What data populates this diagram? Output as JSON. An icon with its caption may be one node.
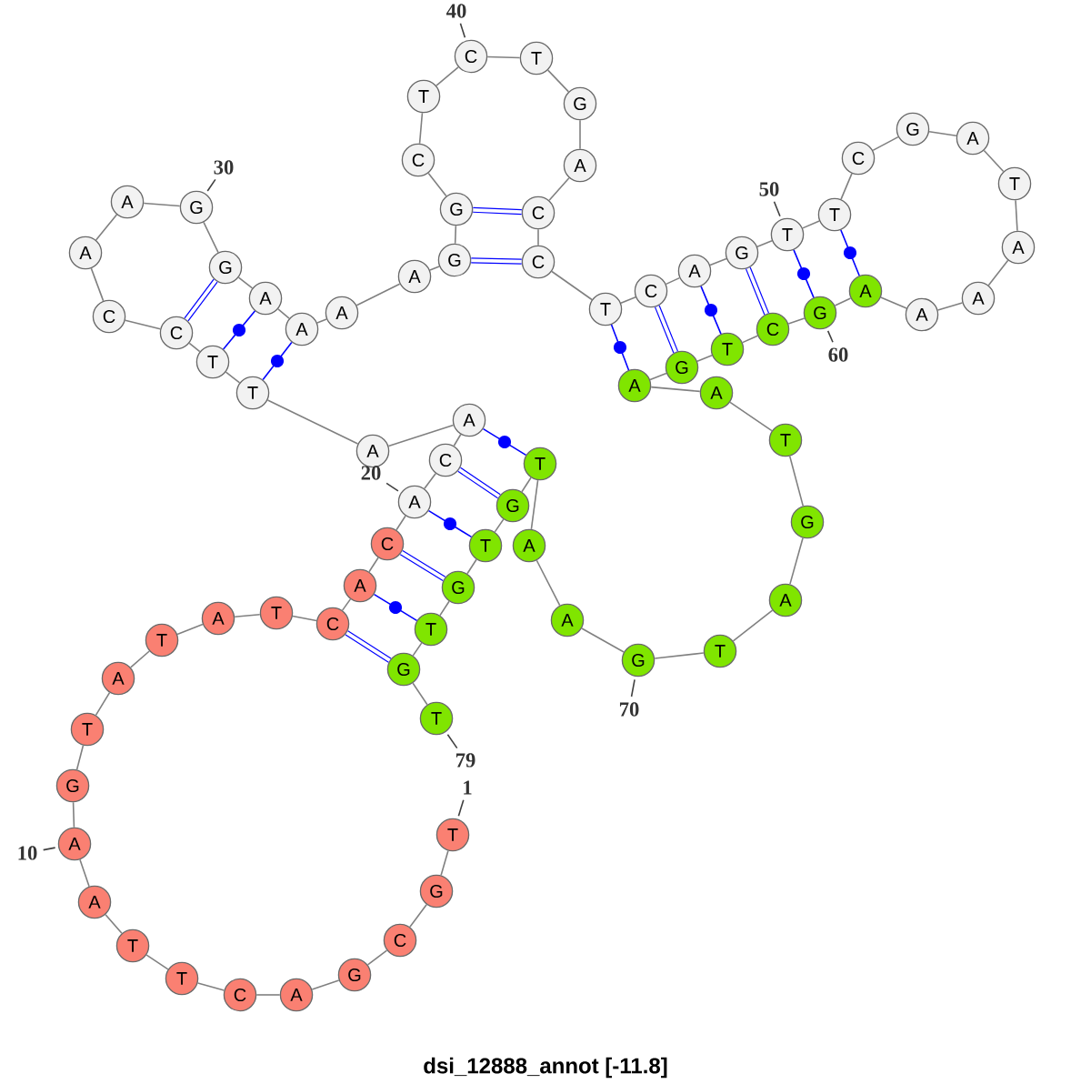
{
  "diagram": {
    "caption": "dsi_12888_annot [-11.8]",
    "nodes": [
      {
        "text": [
          "T"
        ]
      },
      {
        "text": [
          "G"
        ]
      },
      {
        "text": [
          "C"
        ]
      },
      {
        "text": [
          "G"
        ]
      },
      {
        "text": [
          "A"
        ]
      },
      {
        "text": [
          "C"
        ]
      },
      {
        "text": [
          "T"
        ]
      },
      {
        "text": [
          "T"
        ]
      },
      {
        "text": [
          "A"
        ]
      },
      {
        "text": [
          "A"
        ]
      },
      {
        "text": [
          "G"
        ]
      },
      {
        "text": [
          "T"
        ]
      },
      {
        "text": [
          "A"
        ]
      },
      {
        "text": [
          "T"
        ]
      },
      {
        "text": [
          "A"
        ]
      },
      {
        "text": [
          "T"
        ]
      },
      {
        "text": [
          "C"
        ]
      },
      {
        "text": [
          "A"
        ]
      },
      {
        "text": [
          "C"
        ]
      },
      {
        "text": [
          "A"
        ]
      },
      {
        "text": [
          "C"
        ]
      },
      {
        "text": [
          "A"
        ]
      },
      {
        "text": [
          "A"
        ]
      },
      {
        "text": [
          "T"
        ]
      },
      {
        "text": [
          "T"
        ]
      },
      {
        "text": [
          "C"
        ]
      },
      {
        "text": [
          "C"
        ]
      },
      {
        "text": [
          "A"
        ]
      },
      {
        "text": [
          "A"
        ]
      },
      {
        "text": [
          "G"
        ]
      },
      {
        "text": [
          "G"
        ]
      },
      {
        "text": [
          "A"
        ]
      },
      {
        "text": [
          "A"
        ]
      },
      {
        "text": [
          "A"
        ]
      },
      {
        "text": [
          "A"
        ]
      },
      {
        "text": [
          "G"
        ]
      },
      {
        "text": [
          "G"
        ]
      },
      {
        "text": [
          "C"
        ]
      },
      {
        "text": [
          "T"
        ]
      },
      {
        "text": [
          "C"
        ]
      },
      {
        "text": [
          "T"
        ]
      },
      {
        "text": [
          "G"
        ]
      },
      {
        "text": [
          "A"
        ]
      },
      {
        "text": [
          "C"
        ]
      },
      {
        "text": [
          "C"
        ]
      },
      {
        "text": [
          "T"
        ]
      },
      {
        "text": [
          "C"
        ]
      },
      {
        "text": [
          "A"
        ]
      },
      {
        "text": [
          "G"
        ]
      },
      {
        "text": [
          "T"
        ]
      },
      {
        "text": [
          "T"
        ]
      },
      {
        "text": [
          "C"
        ]
      },
      {
        "text": [
          "G"
        ]
      },
      {
        "text": [
          "A"
        ]
      },
      {
        "text": [
          "T"
        ]
      },
      {
        "text": [
          "A"
        ]
      },
      {
        "text": [
          "A"
        ]
      },
      {
        "text": [
          "A"
        ]
      },
      {
        "text": [
          "A"
        ]
      },
      {
        "text": [
          "G"
        ]
      },
      {
        "text": [
          "C"
        ]
      },
      {
        "text": [
          "T"
        ]
      },
      {
        "text": [
          "G"
        ]
      },
      {
        "text": [
          "A"
        ]
      },
      {
        "text": [
          "A"
        ]
      },
      {
        "text": [
          "T"
        ]
      },
      {
        "text": [
          "G"
        ]
      },
      {
        "text": [
          "A"
        ]
      },
      {
        "text": [
          "T"
        ]
      },
      {
        "text": [
          "G"
        ]
      },
      {
        "text": [
          "A"
        ]
      },
      {
        "text": [
          "A"
        ]
      },
      {
        "text": [
          "T"
        ]
      },
      {
        "text": [
          "G"
        ]
      },
      {
        "text": [
          "T"
        ]
      },
      {
        "text": [
          "G"
        ]
      },
      {
        "text": [
          "T"
        ]
      },
      {
        "text": [
          "G"
        ]
      },
      {
        "text": [
          "T"
        ]
      },
      {
        "text": [
          "1"
        ]
      },
      {
        "text": [
          "10"
        ]
      },
      {
        "text": [
          "20"
        ]
      },
      {
        "text": [
          "30"
        ]
      },
      {
        "text": [
          "40"
        ]
      },
      {
        "text": [
          "50"
        ]
      },
      {
        "text": [
          "60"
        ]
      },
      {
        "text": [
          "70"
        ]
      },
      {
        "text": [
          "79"
        ]
      }
    ],
    "edges": [
      {
        "from": 0,
        "to": 1,
        "arrow": "none"
      },
      {
        "from": 1,
        "to": 2,
        "arrow": "none"
      },
      {
        "from": 2,
        "to": 3,
        "arrow": "none"
      },
      {
        "from": 3,
        "to": 4,
        "arrow": "none"
      },
      {
        "from": 4,
        "to": 5,
        "arrow": "none"
      },
      {
        "from": 5,
        "to": 6,
        "arrow": "none"
      },
      {
        "from": 6,
        "to": 7,
        "arrow": "none"
      },
      {
        "from": 7,
        "to": 8,
        "arrow": "none"
      },
      {
        "from": 8,
        "to": 9,
        "arrow": "none"
      },
      {
        "from": 9,
        "to": 10,
        "arrow": "none"
      },
      {
        "from": 10,
        "to": 11,
        "arrow": "none"
      },
      {
        "from": 11,
        "to": 12,
        "arrow": "none"
      },
      {
        "from": 12,
        "to": 13,
        "arrow": "none"
      },
      {
        "from": 13,
        "to": 14,
        "arrow": "none"
      },
      {
        "from": 14,
        "to": 15,
        "arrow": "none"
      },
      {
        "from": 15,
        "to": 16,
        "arrow": "none"
      },
      {
        "from": 16,
        "to": 17,
        "arrow": "none"
      },
      {
        "from": 17,
        "to": 18,
        "arrow": "none"
      },
      {
        "from": 18,
        "to": 19,
        "arrow": "none"
      },
      {
        "from": 19,
        "to": 20,
        "arrow": "none"
      },
      {
        "from": 20,
        "to": 21,
        "arrow": "none"
      },
      {
        "from": 21,
        "to": 22,
        "arrow": "none"
      },
      {
        "from": 22,
        "to": 23,
        "arrow": "none"
      },
      {
        "from": 23,
        "to": 24,
        "arrow": "none"
      },
      {
        "from": 24,
        "to": 25,
        "arrow": "none"
      },
      {
        "from": 25,
        "to": 26,
        "arrow": "none"
      },
      {
        "from": 26,
        "to": 27,
        "arrow": "none"
      },
      {
        "from": 27,
        "to": 28,
        "arrow": "none"
      },
      {
        "from": 28,
        "to": 29,
        "arrow": "none"
      },
      {
        "from": 29,
        "to": 30,
        "arrow": "none"
      },
      {
        "from": 30,
        "to": 31,
        "arrow": "none"
      },
      {
        "from": 31,
        "to": 32,
        "arrow": "none"
      },
      {
        "from": 32,
        "to": 33,
        "arrow": "none"
      },
      {
        "from": 33,
        "to": 34,
        "arrow": "none"
      },
      {
        "from": 34,
        "to": 35,
        "arrow": "none"
      },
      {
        "from": 35,
        "to": 36,
        "arrow": "none"
      },
      {
        "from": 36,
        "to": 37,
        "arrow": "none"
      },
      {
        "from": 37,
        "to": 38,
        "arrow": "none"
      },
      {
        "from": 38,
        "to": 39,
        "arrow": "none"
      },
      {
        "from": 39,
        "to": 40,
        "arrow": "none"
      },
      {
        "from": 40,
        "to": 41,
        "arrow": "none"
      },
      {
        "from": 41,
        "to": 42,
        "arrow": "none"
      },
      {
        "from": 42,
        "to": 43,
        "arrow": "none"
      },
      {
        "from": 43,
        "to": 44,
        "arrow": "none"
      },
      {
        "from": 44,
        "to": 45,
        "arrow": "none"
      },
      {
        "from": 45,
        "to": 46,
        "arrow": "none"
      },
      {
        "from": 46,
        "to": 47,
        "arrow": "none"
      },
      {
        "from": 47,
        "to": 48,
        "arrow": "none"
      },
      {
        "from": 48,
        "to": 49,
        "arrow": "none"
      },
      {
        "from": 49,
        "to": 50,
        "arrow": "none"
      },
      {
        "from": 50,
        "to": 51,
        "arrow": "none"
      },
      {
        "from": 51,
        "to": 52,
        "arrow": "none"
      },
      {
        "from": 52,
        "to": 53,
        "arrow": "none"
      },
      {
        "from": 53,
        "to": 54,
        "arrow": "none"
      },
      {
        "from": 54,
        "to": 55,
        "arrow": "none"
      },
      {
        "from": 55,
        "to": 56,
        "arrow": "none"
      },
      {
        "from": 56,
        "to": 57,
        "arrow": "none"
      },
      {
        "from": 57,
        "to": 58,
        "arrow": "none"
      },
      {
        "from": 58,
        "to": 59,
        "arrow": "none"
      },
      {
        "from": 59,
        "to": 60,
        "arrow": "none"
      },
      {
        "from": 60,
        "to": 61,
        "arrow": "none"
      },
      {
        "from": 61,
        "to": 62,
        "arrow": "none"
      },
      {
        "from": 62,
        "to": 63,
        "arrow": "none"
      },
      {
        "from": 63,
        "to": 64,
        "arrow": "none"
      },
      {
        "from": 64,
        "to": 65,
        "arrow": "none"
      },
      {
        "from": 65,
        "to": 66,
        "arrow": "none"
      },
      {
        "from": 66,
        "to": 67,
        "arrow": "none"
      },
      {
        "from": 67,
        "to": 68,
        "arrow": "none"
      },
      {
        "from": 68,
        "to": 69,
        "arrow": "none"
      },
      {
        "from": 69,
        "to": 70,
        "arrow": "none"
      },
      {
        "from": 70,
        "to": 71,
        "arrow": "none"
      },
      {
        "from": 71,
        "to": 72,
        "arrow": "none"
      },
      {
        "from": 72,
        "to": 73,
        "arrow": "none"
      },
      {
        "from": 73,
        "to": 74,
        "arrow": "none"
      },
      {
        "from": 74,
        "to": 75,
        "arrow": "none"
      },
      {
        "from": 75,
        "to": 76,
        "arrow": "none"
      },
      {
        "from": 76,
        "to": 77,
        "arrow": "none"
      },
      {
        "from": 77,
        "to": 78,
        "arrow": "none"
      },
      {
        "from": 25,
        "to": 30,
        "arrow": "none",
        "style": "thick",
        "color": "#0000ff"
      },
      {
        "from": 24,
        "to": 31,
        "arrow": "none",
        "color": "#0000ff"
      },
      {
        "from": 23,
        "to": 32,
        "arrow": "none",
        "color": "#0000ff"
      },
      {
        "from": 35,
        "to": 44,
        "arrow": "none",
        "style": "thick",
        "color": "#0000ff"
      },
      {
        "from": 36,
        "to": 43,
        "arrow": "none",
        "style": "thick",
        "color": "#0000ff"
      },
      {
        "from": 45,
        "to": 63,
        "arrow": "none",
        "color": "#0000ff"
      },
      {
        "from": 46,
        "to": 62,
        "arrow": "none",
        "style": "thick",
        "color": "#0000ff"
      },
      {
        "from": 47,
        "to": 61,
        "arrow": "none",
        "color": "#0000ff"
      },
      {
        "from": 48,
        "to": 60,
        "arrow": "none",
        "style": "thick",
        "color": "#0000ff"
      },
      {
        "from": 49,
        "to": 59,
        "arrow": "none",
        "color": "#0000ff"
      },
      {
        "from": 50,
        "to": 58,
        "arrow": "none",
        "color": "#0000ff"
      },
      {
        "from": 21,
        "to": 72,
        "arrow": "none",
        "color": "#0000ff"
      },
      {
        "from": 20,
        "to": 73,
        "arrow": "none",
        "style": "thick",
        "color": "#0000ff"
      },
      {
        "from": 19,
        "to": 74,
        "arrow": "none",
        "color": "#0000ff"
      },
      {
        "from": 18,
        "to": 75,
        "arrow": "none",
        "style": "thick",
        "color": "#0000ff"
      },
      {
        "from": 17,
        "to": 76,
        "arrow": "none",
        "color": "#0000ff"
      },
      {
        "from": 16,
        "to": 77,
        "arrow": "none",
        "style": "thick",
        "color": "#0000ff"
      },
      {
        "from": 79,
        "to": 0,
        "arrow": "none",
        "color": "#404040"
      },
      {
        "from": 80,
        "to": 9,
        "arrow": "none",
        "color": "#404040"
      },
      {
        "from": 81,
        "to": 19,
        "arrow": "none",
        "color": "#404040"
      },
      {
        "from": 82,
        "to": 29,
        "arrow": "none",
        "color": "#404040"
      },
      {
        "from": 83,
        "to": 39,
        "arrow": "none",
        "color": "#404040"
      },
      {
        "from": 84,
        "to": 49,
        "arrow": "none",
        "color": "#404040"
      },
      {
        "from": 85,
        "to": 59,
        "arrow": "none",
        "color": "#404040"
      },
      {
        "from": 86,
        "to": 69,
        "arrow": "none",
        "color": "#404040"
      },
      {
        "from": 87,
        "to": 78,
        "arrow": "none",
        "color": "#404040"
      }
    ]
  }
}
